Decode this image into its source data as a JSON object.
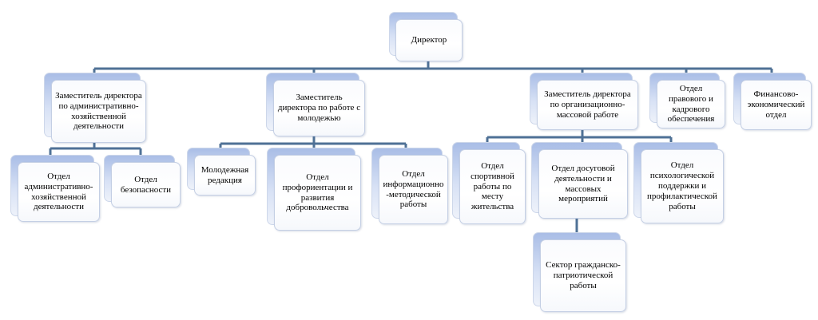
{
  "colors": {
    "connector": "#4f7196",
    "box_border": "#c4cfe4",
    "accent": "#a9bde6"
  },
  "org_chart": {
    "director": "Директор",
    "deputy_admin": "Заместитель директора по административно-хозяйственной деятельности",
    "dept_admin_activity": "Отдел административно-хозяйственной деятельности",
    "dept_security": "Отдел безопасности",
    "deputy_youth": "Заместитель директора по работе с молодежью",
    "youth_editorial": "Молодежная редакция",
    "dept_career_volunteer": "Отдел профориентации и развития добровольчества",
    "dept_info_method": "Отдел информационно-методической работы",
    "deputy_organization": "Заместитель директора по организационно-массовой работе",
    "dept_sport": "Отдел спортивной работы по месту жительства",
    "dept_leisure_events": "Отдел досуговой деятельности и массовых мероприятий",
    "sector_civic_patriotic": "Сектор гражданско-патриотической работы",
    "dept_psych_support": "Отдел психологической поддержки и профилактической работы",
    "dept_legal_hr": "Отдел правового и кадрового обеспечения",
    "dept_finance": "Финансово-экономический отдел"
  }
}
